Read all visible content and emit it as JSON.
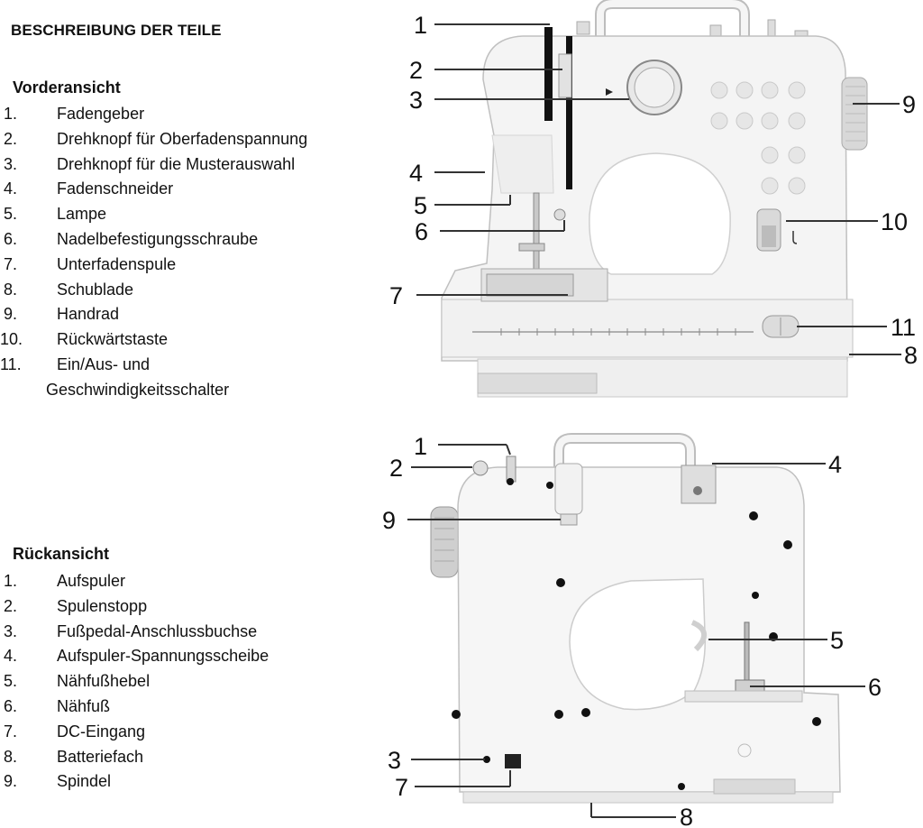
{
  "title": "BESCHREIBUNG DER TEILE",
  "front": {
    "heading": "Vorderansicht",
    "items": [
      {
        "num": "1.",
        "text": "Fadengeber"
      },
      {
        "num": "2.",
        "text": "Drehknopf für Oberfadenspannung"
      },
      {
        "num": "3.",
        "text": "Drehknopf für die Musterauswahl"
      },
      {
        "num": "4.",
        "text": "Fadenschneider"
      },
      {
        "num": "5.",
        "text": "Lampe"
      },
      {
        "num": "6.",
        "text": "Nadelbefestigungsschraube"
      },
      {
        "num": "7.",
        "text": "Unterfadenspule"
      },
      {
        "num": "8.",
        "text": "Schublade"
      },
      {
        "num": "9.",
        "text": "Handrad"
      },
      {
        "num": "10.",
        "text": "Rückwärtstaste"
      },
      {
        "num": "11.",
        "text": "Ein/Aus- und",
        "text2": "Geschwindigkeitsschalter"
      }
    ],
    "callouts": [
      "1",
      "2",
      "3",
      "4",
      "5",
      "6",
      "7",
      "8",
      "9",
      "10",
      "11"
    ]
  },
  "back": {
    "heading": "Rückansicht",
    "items": [
      {
        "num": "1.",
        "text": "Aufspuler"
      },
      {
        "num": "2.",
        "text": "Spulenstopp"
      },
      {
        "num": "3.",
        "text": "Fußpedal-Anschlussbuchse"
      },
      {
        "num": "4.",
        "text": "Aufspuler-Spannungsscheibe"
      },
      {
        "num": "5.",
        "text": "Nähfußhebel"
      },
      {
        "num": "6.",
        "text": "Nähfuß"
      },
      {
        "num": "7.",
        "text": "DC-Eingang"
      },
      {
        "num": "8.",
        "text": "Batteriefach"
      },
      {
        "num": "9.",
        "text": "Spindel"
      }
    ],
    "callouts": [
      "1",
      "2",
      "3",
      "4",
      "5",
      "6",
      "7",
      "8",
      "9"
    ]
  },
  "colors": {
    "machine_body": "#f4f4f4",
    "outline": "#b9b9b9",
    "dark": "#222222"
  }
}
